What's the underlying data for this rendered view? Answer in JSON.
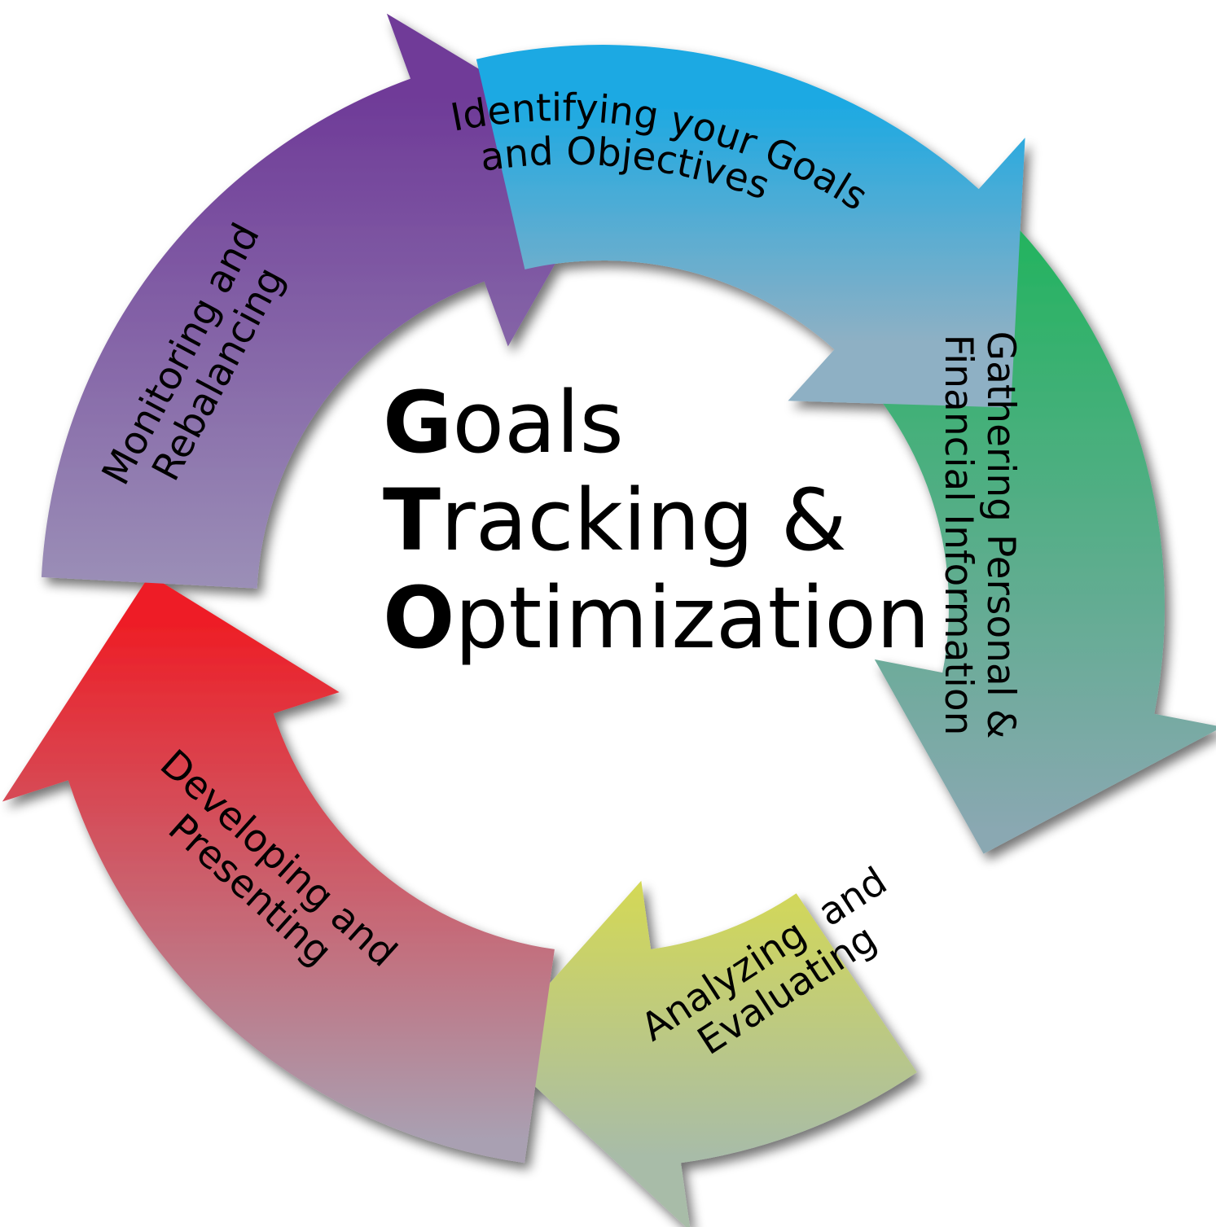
{
  "diagram": {
    "center": {
      "lines": [
        {
          "initial": "G",
          "rest": "oals"
        },
        {
          "initial": "T",
          "rest": "racking &"
        },
        {
          "initial": "O",
          "rest": "ptimization"
        }
      ]
    },
    "steps": [
      {
        "id": "identifying",
        "label_lines": [
          "Identifying your Goals",
          "and Objectives"
        ],
        "color_start": "#1aa9e3",
        "color_end": "#8eb0c4"
      },
      {
        "id": "gathering",
        "label_lines": [
          "Gathering Personal &",
          "Financial Information"
        ],
        "color_start": "#1db45a",
        "color_end": "#8aa8b2"
      },
      {
        "id": "analyzing",
        "label_lines": [
          "Analyzing  and",
          "Evaluating"
        ],
        "color_start": "#ece828",
        "color_end": "#a8bca8"
      },
      {
        "id": "developing",
        "label_lines": [
          "Developing and",
          "Presenting"
        ],
        "color_start": "#ee1d25",
        "color_end": "#a9a0b2"
      },
      {
        "id": "monitoring",
        "label_lines": [
          "Monitoring and",
          "Rebalancing"
        ],
        "color_start": "#6f3b98",
        "color_end": "#a8a8c0"
      }
    ]
  }
}
